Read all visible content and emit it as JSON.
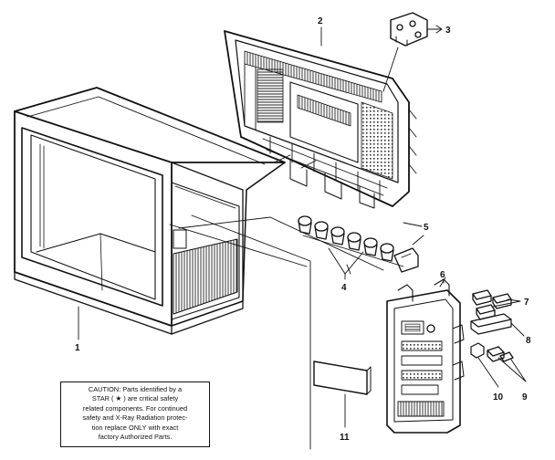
{
  "callouts": [
    {
      "id": "1",
      "label": "1"
    },
    {
      "id": "2",
      "label": "2"
    },
    {
      "id": "3",
      "label": "3"
    },
    {
      "id": "4",
      "label": "4"
    },
    {
      "id": "5",
      "label": "5"
    },
    {
      "id": "6",
      "label": "6"
    },
    {
      "id": "7",
      "label": "7"
    },
    {
      "id": "8",
      "label": "8"
    },
    {
      "id": "9",
      "label": "9"
    },
    {
      "id": "10",
      "label": "10"
    },
    {
      "id": "11",
      "label": "11"
    }
  ],
  "caution": {
    "lines": [
      "CAUTION: Parts identified by a",
      "STAR ( ★ ) are critical safety",
      "related components. For continued",
      "safety and X-Ray Radiation protec-",
      "tion replace ONLY with exact",
      "factory Authorized Parts."
    ]
  }
}
